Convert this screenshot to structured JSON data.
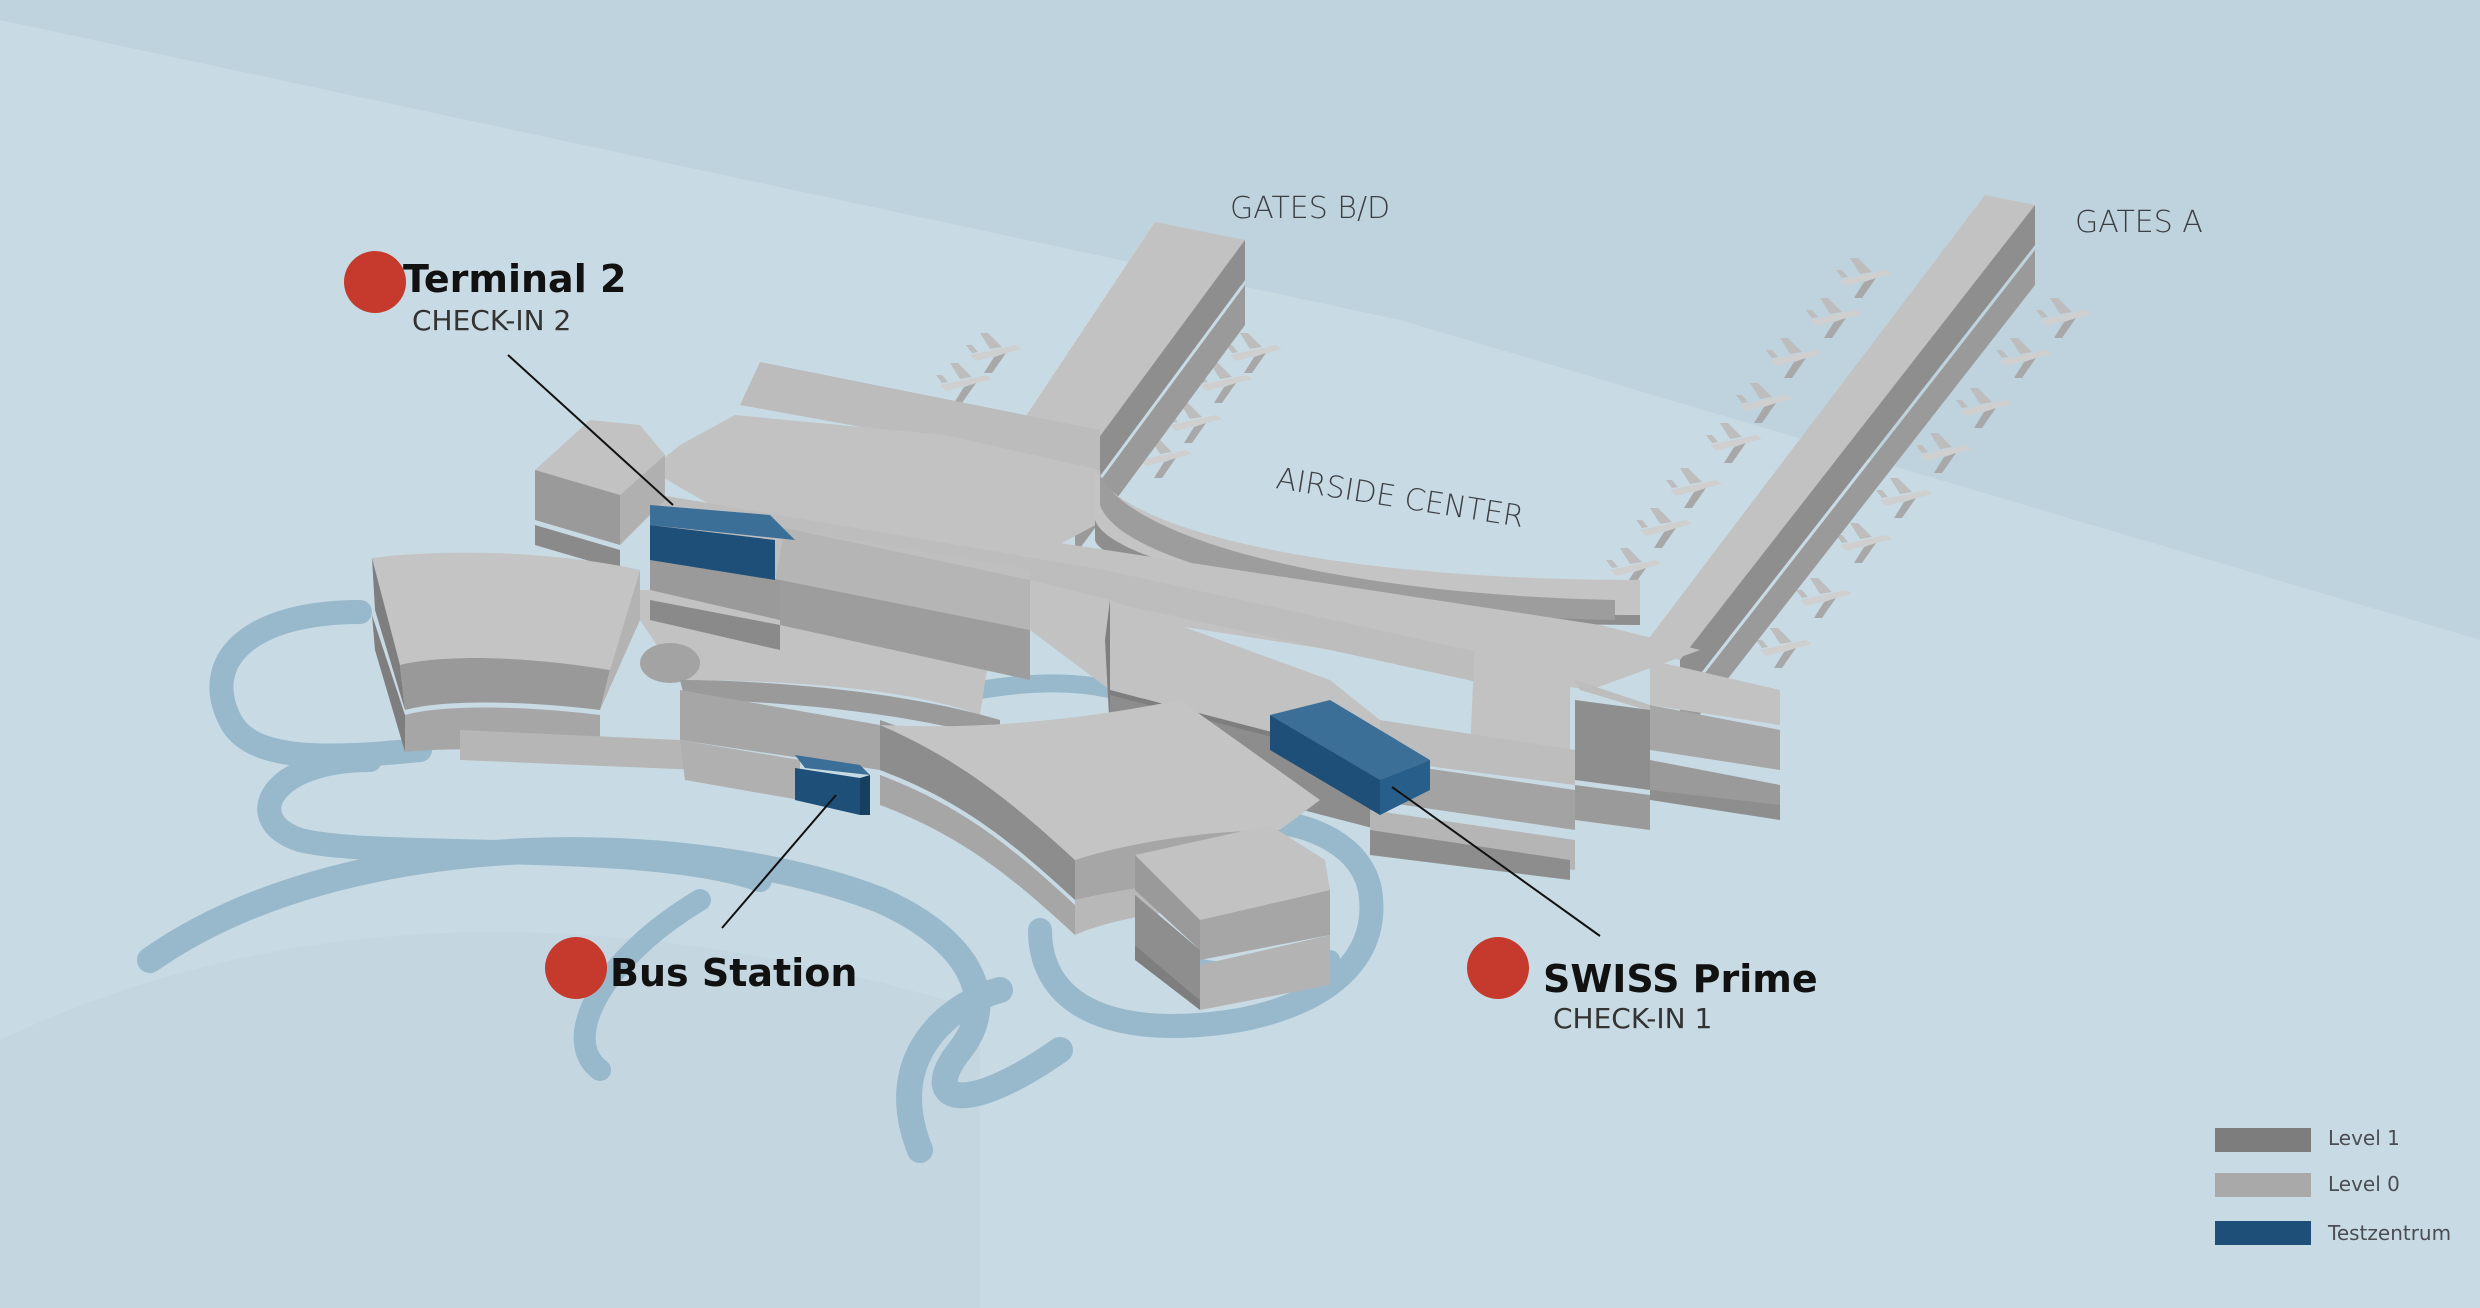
{
  "map": {
    "area_labels": {
      "gates_bd": "GATES B/D",
      "gates_a": "GATES A",
      "airside_center": "AIRSIDE CENTER"
    },
    "pois": [
      {
        "id": "terminal-2",
        "title": "Terminal 2",
        "subtitle": "CHECK-IN 2"
      },
      {
        "id": "bus-station",
        "title": "Bus Station",
        "subtitle": ""
      },
      {
        "id": "swiss-prime",
        "title": "SWISS Prime",
        "subtitle": "CHECK-IN 1"
      }
    ],
    "legend": [
      {
        "label": "Level 1",
        "color": "#7d7d7d"
      },
      {
        "label": "Level 0",
        "color": "#a9a9a9"
      },
      {
        "label": "Testzentrum",
        "color": "#1e4f78"
      }
    ],
    "colors": {
      "background": "#c8dbe4",
      "road": "#98b8cc",
      "building_top": "#c2c2c2",
      "building_side_dark": "#7e7e7e",
      "building_side_mid": "#a3a3a3",
      "testzentrum": "#1e4f78",
      "poi_marker": "#c53a2c"
    }
  }
}
